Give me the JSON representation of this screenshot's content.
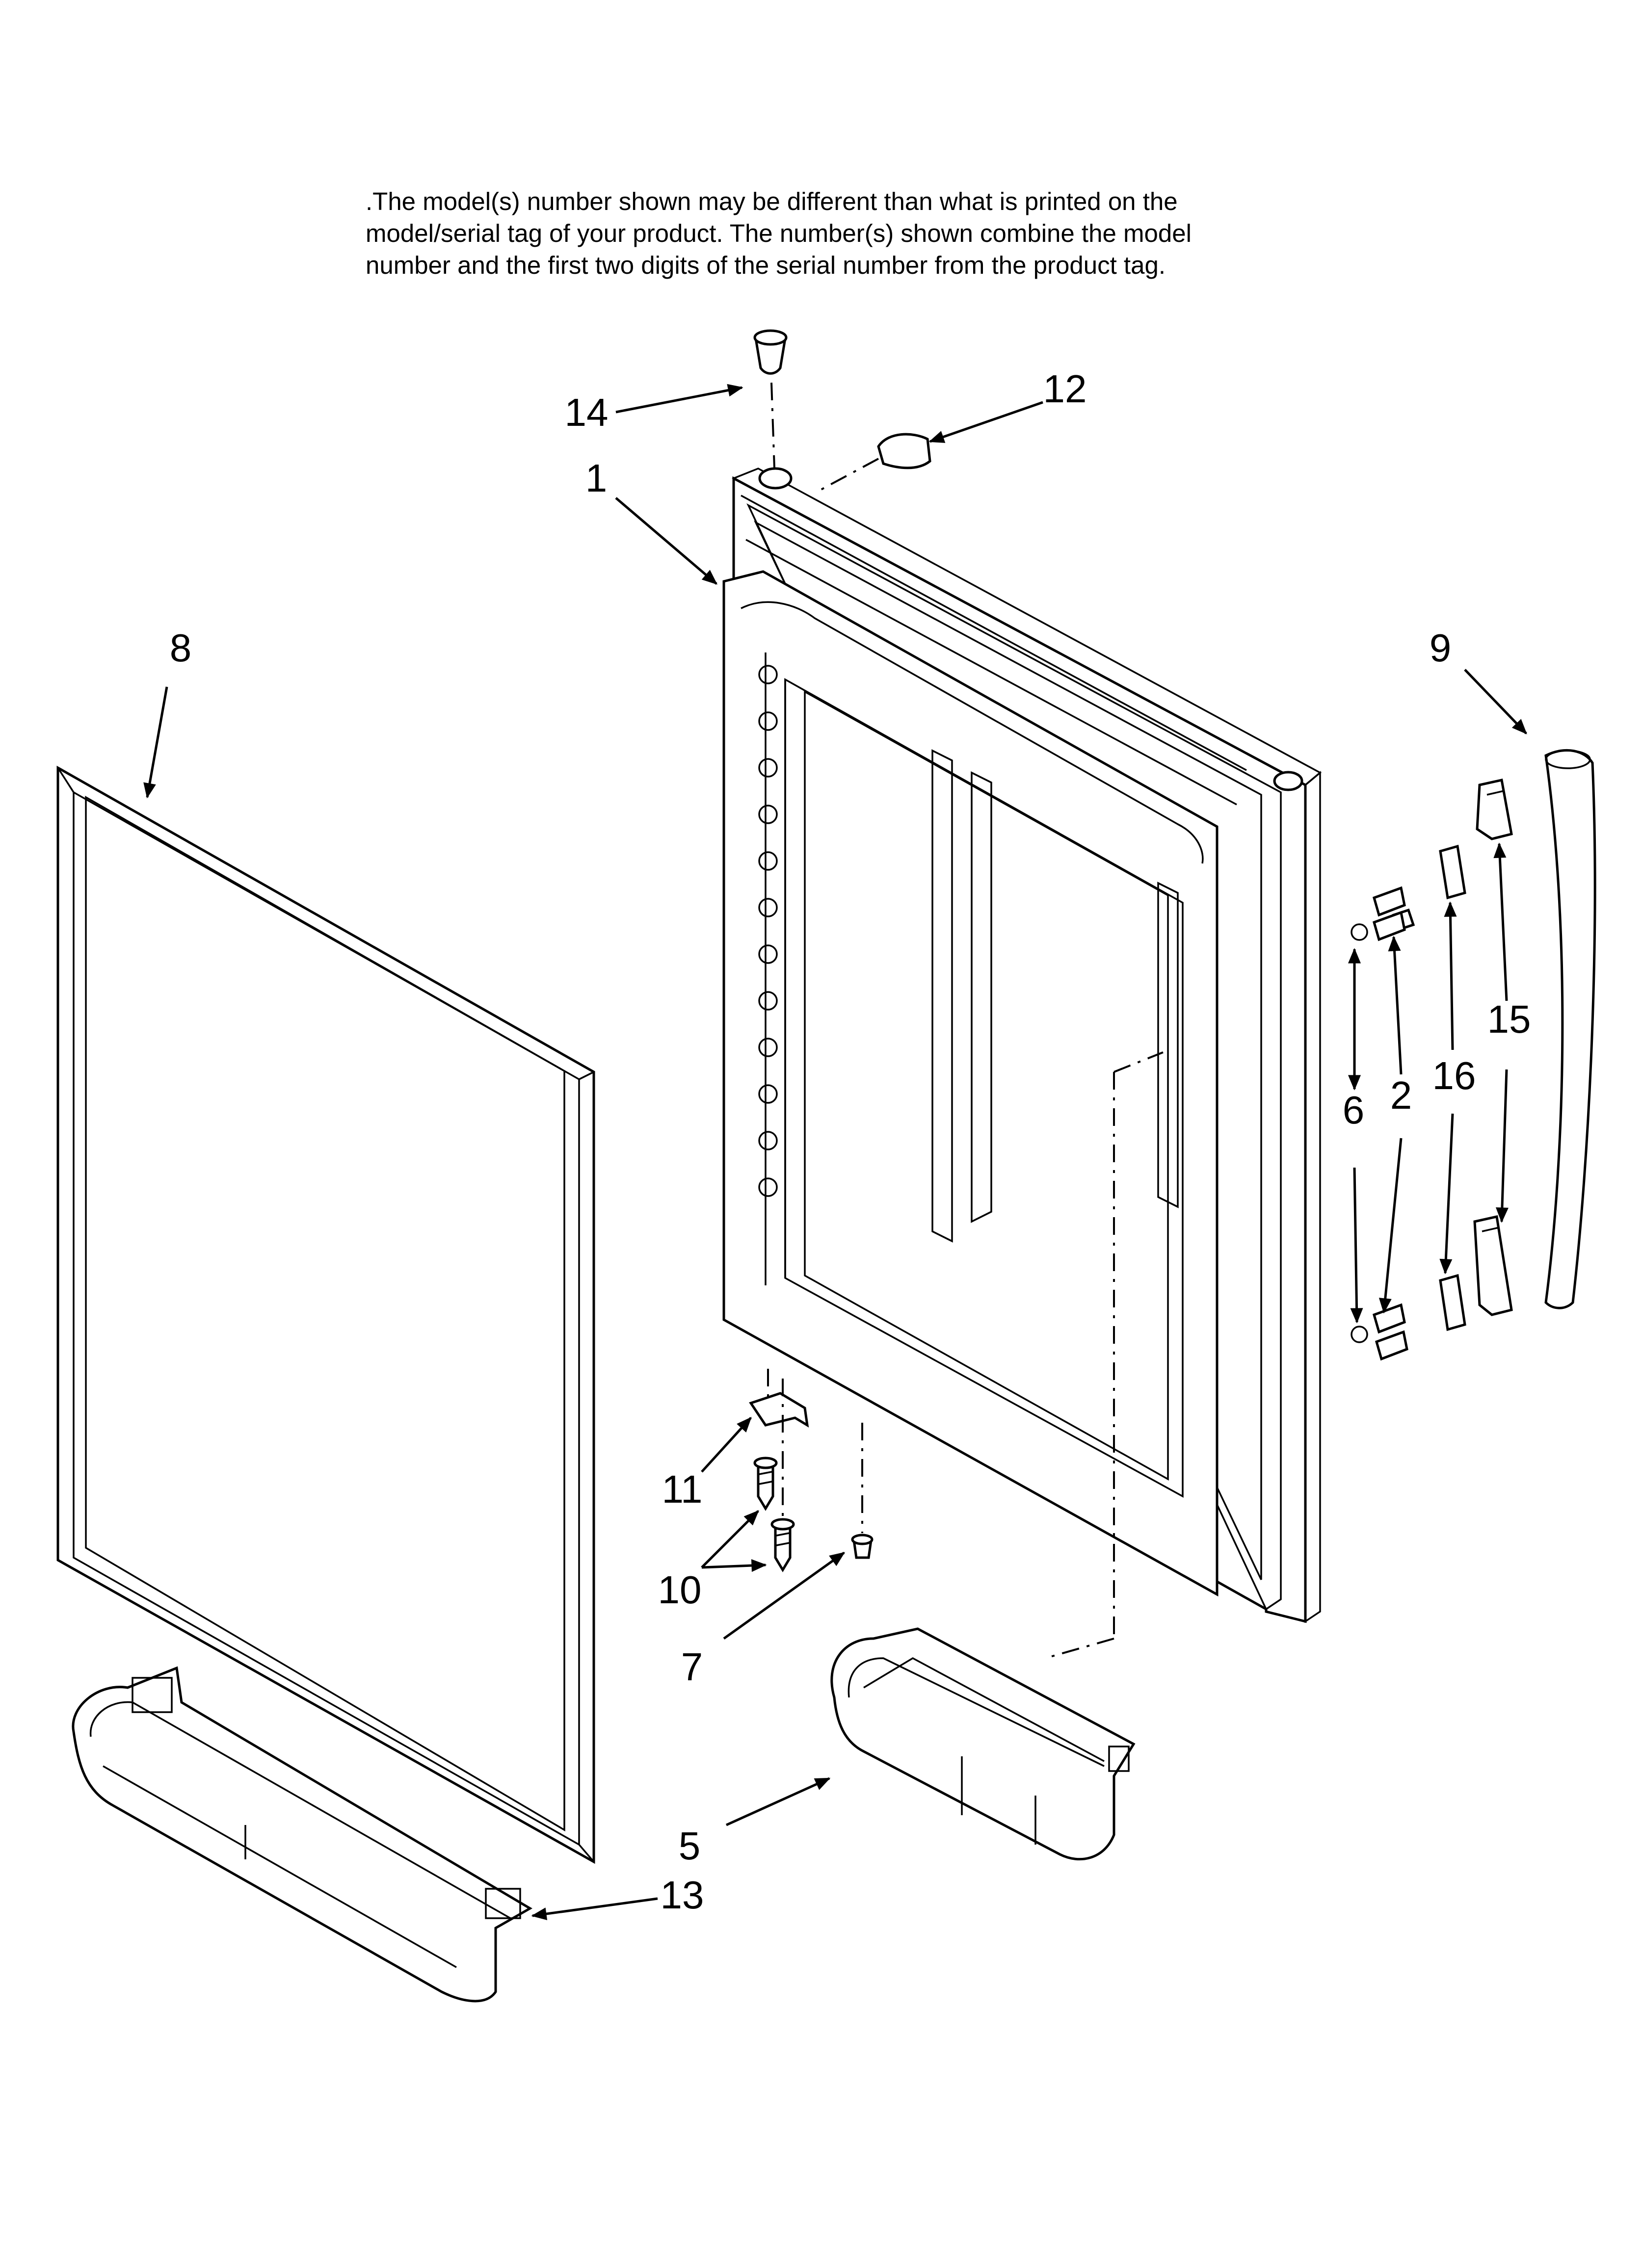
{
  "notice": {
    "lines": [
      ".The model(s) number shown may be different than what is printed on the",
      "model/serial tag of your product. The number(s) shown combine the model",
      "number and the first two digits of the serial number from the product tag."
    ]
  },
  "callouts": {
    "door_assembly": "1",
    "screw_hinge": "2",
    "bin_door": "5",
    "washer": "6",
    "plug": "7",
    "door_panel": "8",
    "handle": "9",
    "screw_lower": "10",
    "stop_bracket": "11",
    "gasket_top": "12",
    "bin_bottom": "13",
    "bushing": "14",
    "handle_cap": "15",
    "handle_mount": "16"
  }
}
